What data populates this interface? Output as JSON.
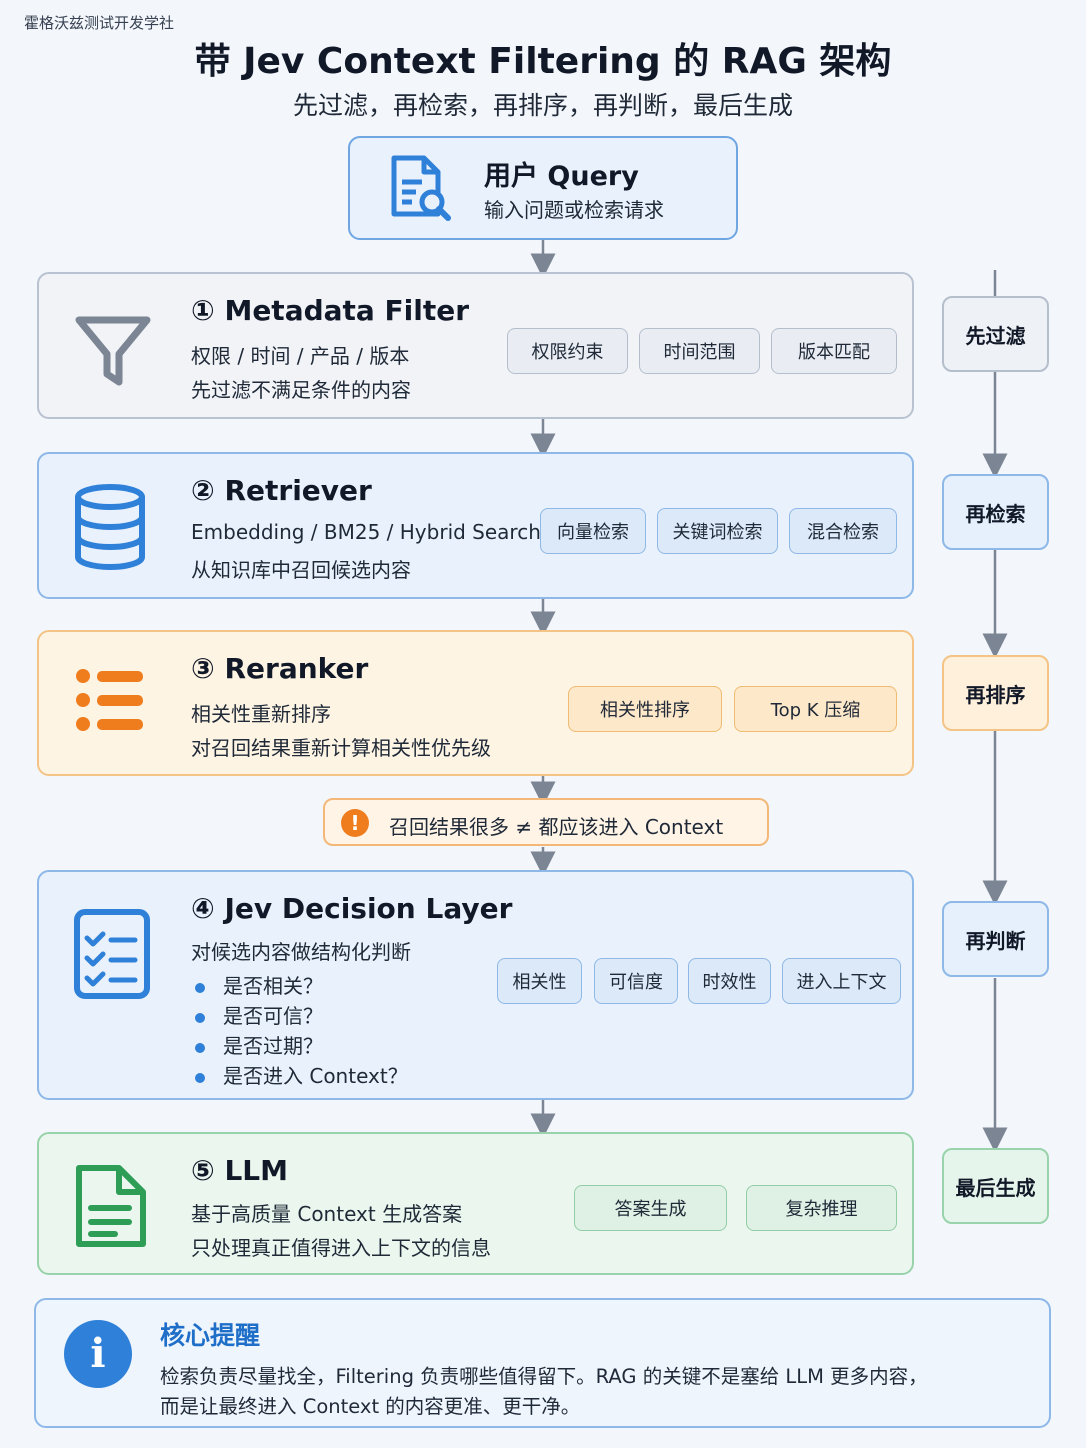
{
  "watermark": "霍格沃兹测试开发学社",
  "title": "带 Jev Context Filtering 的 RAG 架构",
  "subtitle": "先过滤，再检索，再排序，再判断，最后生成",
  "query": {
    "title": "用户 Query",
    "subtitle": "输入问题或检索请求"
  },
  "stages": [
    {
      "title": "① Metadata Filter",
      "lines": [
        "权限 / 时间 / 产品 / 版本",
        "先过滤不满足条件的内容"
      ],
      "tags": [
        "权限约束",
        "时间范围",
        "版本匹配"
      ]
    },
    {
      "title": "② Retriever",
      "lines": [
        "Embedding / BM25 / Hybrid Search",
        "从知识库中召回候选内容"
      ],
      "tags": [
        "向量检索",
        "关键词检索",
        "混合检索"
      ]
    },
    {
      "title": "③ Reranker",
      "lines": [
        "相关性重新排序",
        "对召回结果重新计算相关性优先级"
      ],
      "tags": [
        "相关性排序",
        "Top K 压缩"
      ]
    },
    {
      "title": "④ Jev Decision Layer",
      "lines": [
        "对候选内容做结构化判断"
      ],
      "bullets": [
        "是否相关？",
        "是否可信？",
        "是否过期？",
        "是否进入 Context？"
      ],
      "tags": [
        "相关性",
        "可信度",
        "时效性",
        "进入上下文"
      ]
    },
    {
      "title": "⑤ LLM",
      "lines": [
        "基于高质量 Context 生成答案",
        "只处理真正值得进入上下文的信息"
      ],
      "tags": [
        "答案生成",
        "复杂推理"
      ]
    }
  ],
  "warning": {
    "icon": "exclamation-icon",
    "text": "召回结果很多 ≠ 都应该进入 Context"
  },
  "side_steps": [
    "先过滤",
    "再检索",
    "再排序",
    "再判断",
    "最后生成"
  ],
  "note": {
    "icon": "info-icon",
    "title": "核心提醒",
    "lines": [
      "检索负责尽量找全，Filtering 负责哪些值得留下。RAG 的关键不是塞给 LLM 更多内容，",
      "而是让最终进入 Context 的内容更准、更干净。"
    ]
  },
  "colors": {
    "blue": "#2f80d8",
    "orange": "#ef7d1e",
    "green": "#2e9e57",
    "gray": "#7c8594"
  }
}
